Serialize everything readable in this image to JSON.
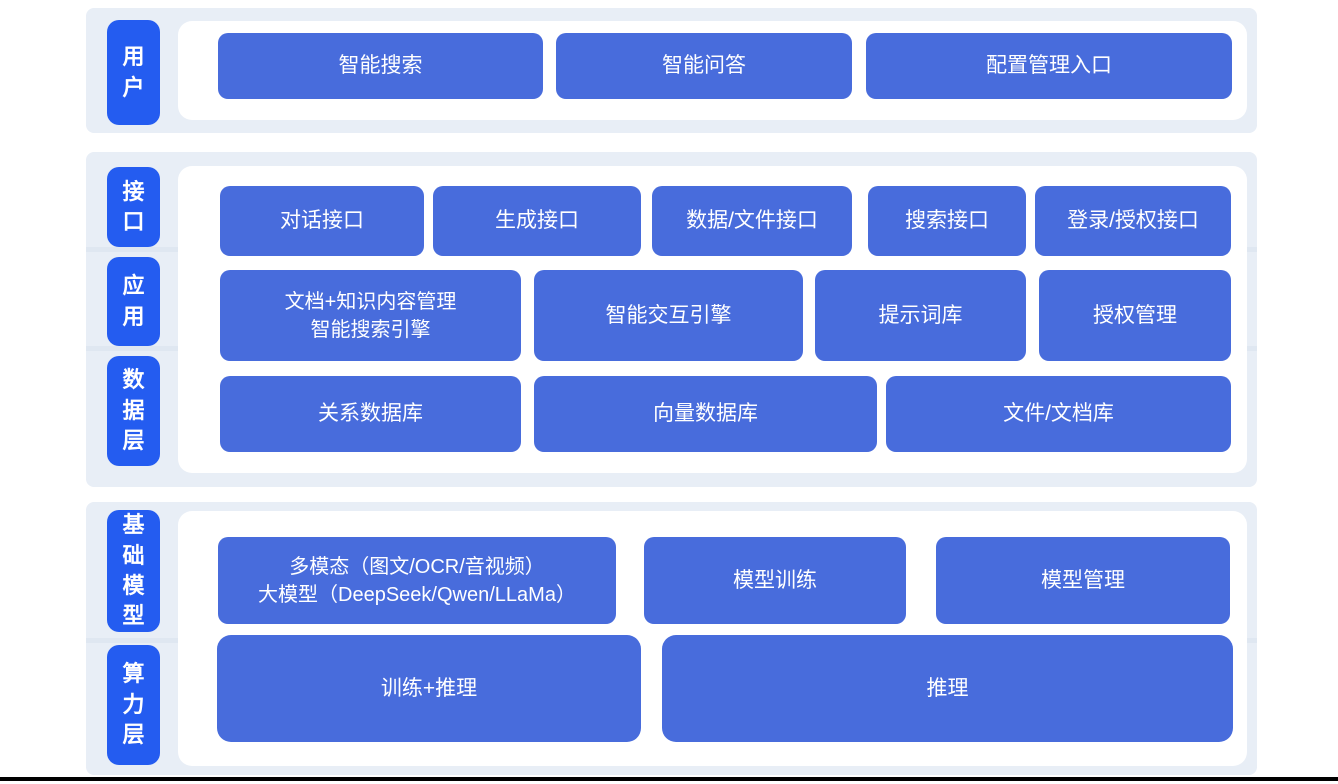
{
  "colors": {
    "page_background": "#ffffff",
    "band_background": "#e8eef6",
    "band_divider": "#dfe7f1",
    "panel_background": "#ffffff",
    "layer_label_blue": "#245cf0",
    "block_blue": "#486cdc",
    "text_white": "#ffffff",
    "footer_line": "#000000"
  },
  "sections": [
    {
      "name": "user-layer",
      "labels": [
        {
          "text": "用户"
        }
      ],
      "rows": [
        {
          "buttons": [
            {
              "label": "智能搜索"
            },
            {
              "label": "智能问答"
            },
            {
              "label": "配置管理入口"
            }
          ]
        }
      ]
    },
    {
      "name": "platform-layers",
      "labels": [
        {
          "text": "接口"
        },
        {
          "text": "应用"
        },
        {
          "text": "数据层"
        }
      ],
      "rows": [
        {
          "buttons": [
            {
              "label": "对话接口"
            },
            {
              "label": "生成接口"
            },
            {
              "label": "数据/文件接口"
            },
            {
              "label": "搜索接口"
            },
            {
              "label": "登录/授权接口"
            }
          ]
        },
        {
          "buttons": [
            {
              "line1": "文档+知识内容管理",
              "line2": "智能搜索引擎"
            },
            {
              "label": "智能交互引擎"
            },
            {
              "label": "提示词库"
            },
            {
              "label": "授权管理"
            }
          ]
        },
        {
          "buttons": [
            {
              "label": "关系数据库"
            },
            {
              "label": "向量数据库"
            },
            {
              "label": "文件/文档库"
            }
          ]
        }
      ]
    },
    {
      "name": "foundation-layers",
      "labels": [
        {
          "text": "基础模型"
        },
        {
          "text": "算力层"
        }
      ],
      "rows": [
        {
          "buttons": [
            {
              "line1": "多模态（图文/OCR/音视频）",
              "line2": "大模型（DeepSeek/Qwen/LLaMa）"
            },
            {
              "label": "模型训练"
            },
            {
              "label": "模型管理"
            }
          ]
        },
        {
          "buttons": [
            {
              "label": "训练+推理"
            },
            {
              "label": "推理"
            }
          ]
        }
      ]
    }
  ]
}
